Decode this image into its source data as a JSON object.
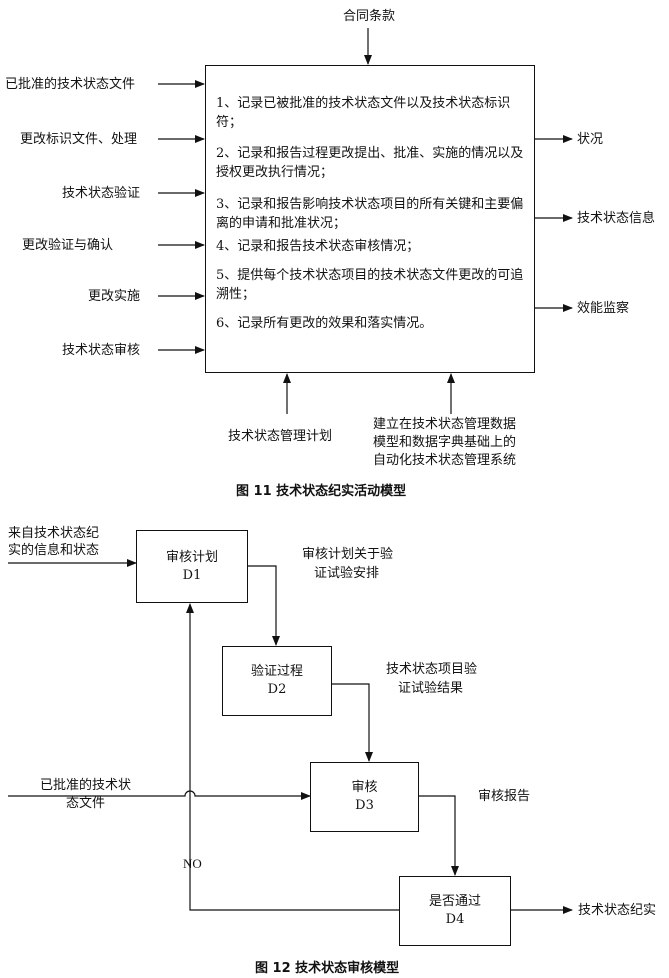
{
  "fig11": {
    "top_input": "合同条款",
    "left_inputs": [
      "已批准的技术状态文件",
      "更改标识文件、处理",
      "技术状态验证",
      "更改验证与确认",
      "更改实施",
      "技术状态审核"
    ],
    "items": [
      "1、记录已被批准的技术状态文件以及技术状态标识符；",
      "2、记录和报告过程更改提出、批准、实施的情况以及授权更改执行情况；",
      "3、记录和报告影响技术状态项目的所有关键和主要偏离的申请和批准状况；",
      "4、记录和报告技术状态审核情况；",
      "5、提供每个技术状态项目的技术状态文件更改的可追溯性；",
      "6、记录所有更改的效果和落实情况。"
    ],
    "outputs": [
      "状况",
      "技术状态信息",
      "效能监察"
    ],
    "bottom_left": "技术状态管理计划",
    "bottom_right": [
      "建立在技术状态管理数据",
      "模型和数据字典基础上的",
      "自动化技术状态管理系统"
    ],
    "caption": "图 11  技术状态纪实活动模型"
  },
  "fig12": {
    "input_top": [
      "来自技术状态纪",
      "实的信息和状态"
    ],
    "input_mid": [
      "已批准的技术状",
      "态文件"
    ],
    "boxes": [
      {
        "name": "审核计划",
        "code": "D1"
      },
      {
        "name": "验证过程",
        "code": "D2"
      },
      {
        "name": "审核",
        "code": "D3"
      },
      {
        "name": "是否通过",
        "code": "D4"
      }
    ],
    "notes": [
      [
        "审核计划关于验",
        "证试验安排"
      ],
      [
        "技术状态项目验",
        "证试验结果"
      ],
      [
        "审核报告"
      ]
    ],
    "no_label": "NO",
    "output": "技术状态纪实",
    "caption": "图 12  技术状态审核模型"
  }
}
